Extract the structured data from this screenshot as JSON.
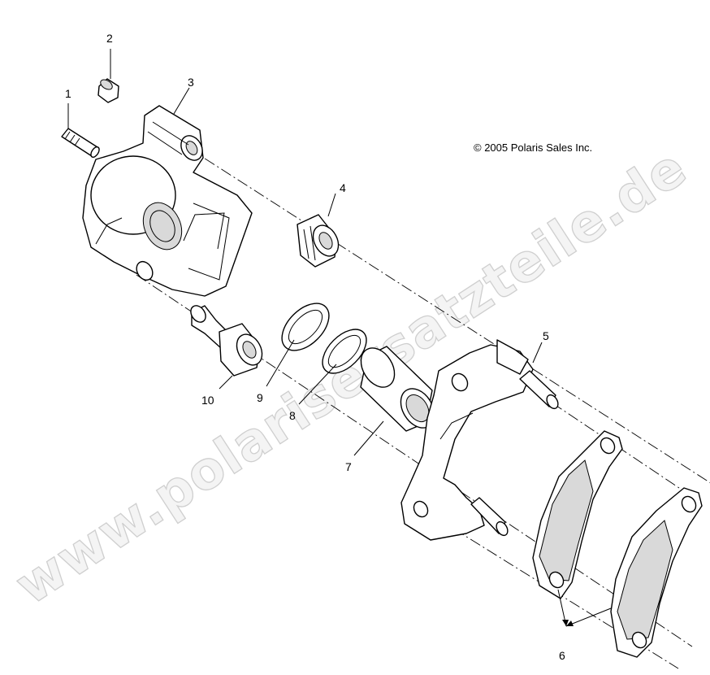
{
  "copyright": "© 2005 Polaris Sales Inc.",
  "watermark": "www.polarisersatzteile.de",
  "callouts": [
    {
      "id": "1",
      "label": "1"
    },
    {
      "id": "2",
      "label": "2"
    },
    {
      "id": "3",
      "label": "3"
    },
    {
      "id": "4",
      "label": "4"
    },
    {
      "id": "5",
      "label": "5"
    },
    {
      "id": "6",
      "label": "6"
    },
    {
      "id": "7",
      "label": "7"
    },
    {
      "id": "8",
      "label": "8"
    },
    {
      "id": "9",
      "label": "9"
    },
    {
      "id": "10",
      "label": "10"
    }
  ]
}
